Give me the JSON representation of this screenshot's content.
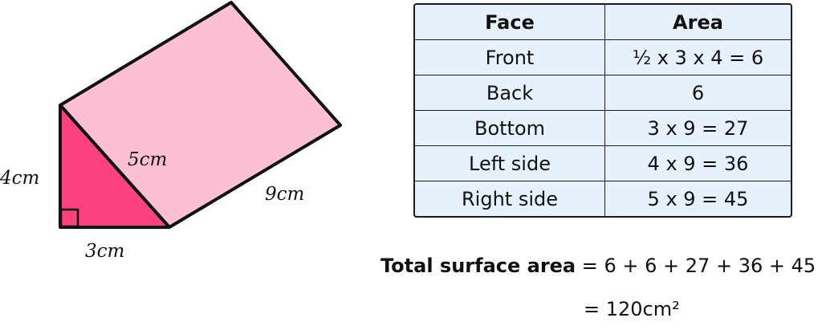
{
  "diagram": {
    "labels": {
      "height": "4cm",
      "base": "3cm",
      "slant": "5cm",
      "length": "9cm"
    },
    "colors": {
      "top_face": "#fdbfd6",
      "front_face": "#fb417e",
      "stroke": "#111111"
    }
  },
  "table": {
    "headers": [
      "Face",
      "Area"
    ],
    "rows": [
      {
        "face": "Front",
        "area": "½ x 3 x 4 = 6"
      },
      {
        "face": "Back",
        "area": "6"
      },
      {
        "face": "Bottom",
        "area": "3 x 9 = 27"
      },
      {
        "face": "Left side",
        "area": "4 x 9 = 36"
      },
      {
        "face": "Right side",
        "area": "5 x 9 = 45"
      }
    ],
    "background": "#e6f1fd"
  },
  "total": {
    "label": "Total surface area",
    "expression": " = 6 + 6 + 27 + 36 + 45",
    "result": "= 120cm²"
  }
}
